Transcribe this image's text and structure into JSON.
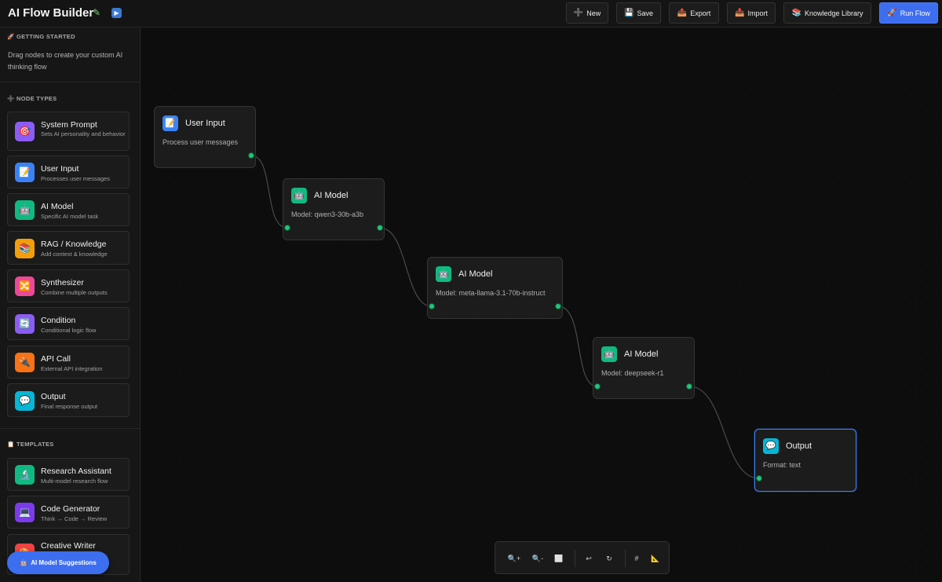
{
  "header": {
    "title": "AI Flow Builder",
    "edit_icon": "pencil-icon",
    "play_icon": "play-icon",
    "buttons": {
      "new": "New",
      "save": "Save",
      "export": "Export",
      "import": "Import",
      "knowledge": "Knowledge Library",
      "run": "Run Flow"
    },
    "accent_color": "#3d6ef0"
  },
  "sidebar": {
    "getting_started": {
      "title": "GETTING STARTED",
      "text": "Drag nodes to create your custom AI thinking flow"
    },
    "node_types": {
      "title": "NODE TYPES",
      "items": [
        {
          "label": "System Prompt",
          "desc": "Sets AI personality and behavior",
          "icon": "target-icon",
          "color": "#8b5cf6"
        },
        {
          "label": "User Input",
          "desc": "Processes user messages",
          "icon": "memo-icon",
          "color": "#3b82f6"
        },
        {
          "label": "AI Model",
          "desc": "Specific AI model task",
          "icon": "robot-icon",
          "color": "#10b981"
        },
        {
          "label": "RAG / Knowledge",
          "desc": "Add context & knowledge",
          "icon": "books-icon",
          "color": "#f59e0b"
        },
        {
          "label": "Synthesizer",
          "desc": "Combine multiple outputs",
          "icon": "shuffle-icon",
          "color": "#ec4899"
        },
        {
          "label": "Condition",
          "desc": "Conditional logic flow",
          "icon": "cycle-icon",
          "color": "#8b5cf6"
        },
        {
          "label": "API Call",
          "desc": "External API integration",
          "icon": "plug-icon",
          "color": "#f97316"
        },
        {
          "label": "Output",
          "desc": "Final response output",
          "icon": "speech-bubble-icon",
          "color": "#06b6d4"
        }
      ]
    },
    "templates": {
      "title": "TEMPLATES",
      "items": [
        {
          "label": "Research Assistant",
          "desc": "Multi-model research flow",
          "icon": "microscope-icon",
          "color": "#10b981"
        },
        {
          "label": "Code Generator",
          "desc": "Think → Code → Review",
          "icon": "laptop-icon",
          "color": "#7c3aed"
        },
        {
          "label": "Creative Writer",
          "desc": "",
          "icon": "palette-icon",
          "color": "#ef4444"
        }
      ]
    },
    "suggestions_button": "AI Model Suggestions"
  },
  "canvas": {
    "nodes": [
      {
        "title": "User Input",
        "subtitle": "Process user messages",
        "icon": "memo-icon",
        "color": "#3b82f6"
      },
      {
        "title": "AI Model",
        "subtitle": "Model: qwen3-30b-a3b",
        "icon": "robot-icon",
        "color": "#10b981"
      },
      {
        "title": "AI Model",
        "subtitle": "Model: meta-llama-3.1-70b-instruct",
        "icon": "robot-icon",
        "color": "#10b981"
      },
      {
        "title": "AI Model",
        "subtitle": "Model: deepseek-r1",
        "icon": "robot-icon",
        "color": "#10b981"
      },
      {
        "title": "Output",
        "subtitle": "Format: text",
        "icon": "speech-bubble-icon",
        "color": "#06b6d4"
      }
    ],
    "port_color": "#22c37a",
    "selected_color": "#3f7ef5"
  },
  "toolbar": {
    "tools": [
      {
        "name": "zoom-in-icon",
        "glyph": "🔍+"
      },
      {
        "name": "zoom-out-icon",
        "glyph": "🔍-"
      },
      {
        "name": "fit-view-icon",
        "glyph": "⬜"
      },
      {
        "name": "undo-icon",
        "glyph": "↩"
      },
      {
        "name": "redo-icon",
        "glyph": "↻"
      },
      {
        "name": "grid-icon",
        "glyph": "#"
      },
      {
        "name": "snap-icon",
        "glyph": "📐"
      }
    ]
  }
}
